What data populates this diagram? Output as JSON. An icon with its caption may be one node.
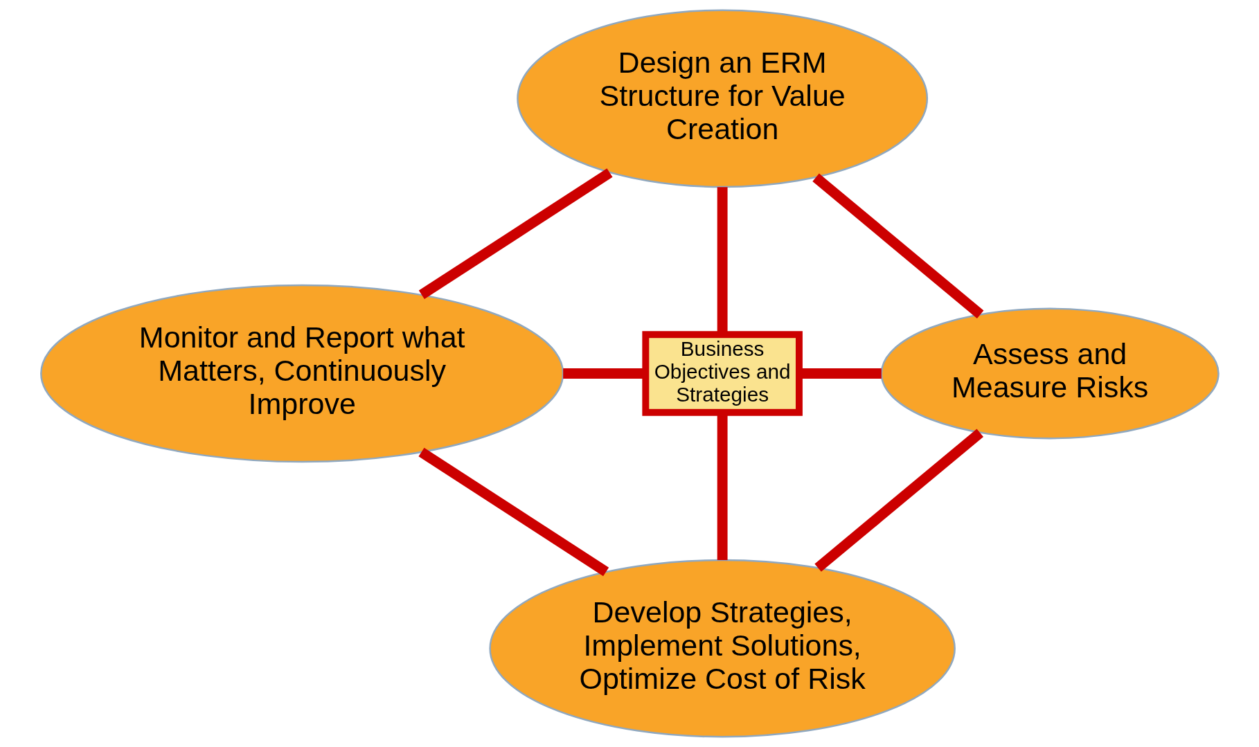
{
  "diagram": {
    "nodes": [
      {
        "text": [
          "Design an ERM Structure for Value Creation"
        ]
      },
      {
        "text": [
          "Monitor and Report what Matters, Continuously Improve"
        ]
      },
      {
        "text": [
          "Business Objectives and Strategies"
        ]
      },
      {
        "text": [
          "Assess and Measure Risks"
        ]
      },
      {
        "text": [
          "Develop Strategies, Implement Solutions, Optimize Cost of Risk"
        ]
      }
    ],
    "edges": [
      {
        "from": 0,
        "to": 1,
        "arrow": "none"
      },
      {
        "from": 0,
        "to": 3,
        "arrow": "none"
      },
      {
        "from": 0,
        "to": 2,
        "arrow": "none"
      },
      {
        "from": 1,
        "to": 2,
        "arrow": "none"
      },
      {
        "from": 2,
        "to": 3,
        "arrow": "none"
      },
      {
        "from": 1,
        "to": 4,
        "arrow": "none"
      },
      {
        "from": 2,
        "to": 4,
        "arrow": "none"
      },
      {
        "from": 3,
        "to": 4,
        "arrow": "none"
      }
    ]
  }
}
